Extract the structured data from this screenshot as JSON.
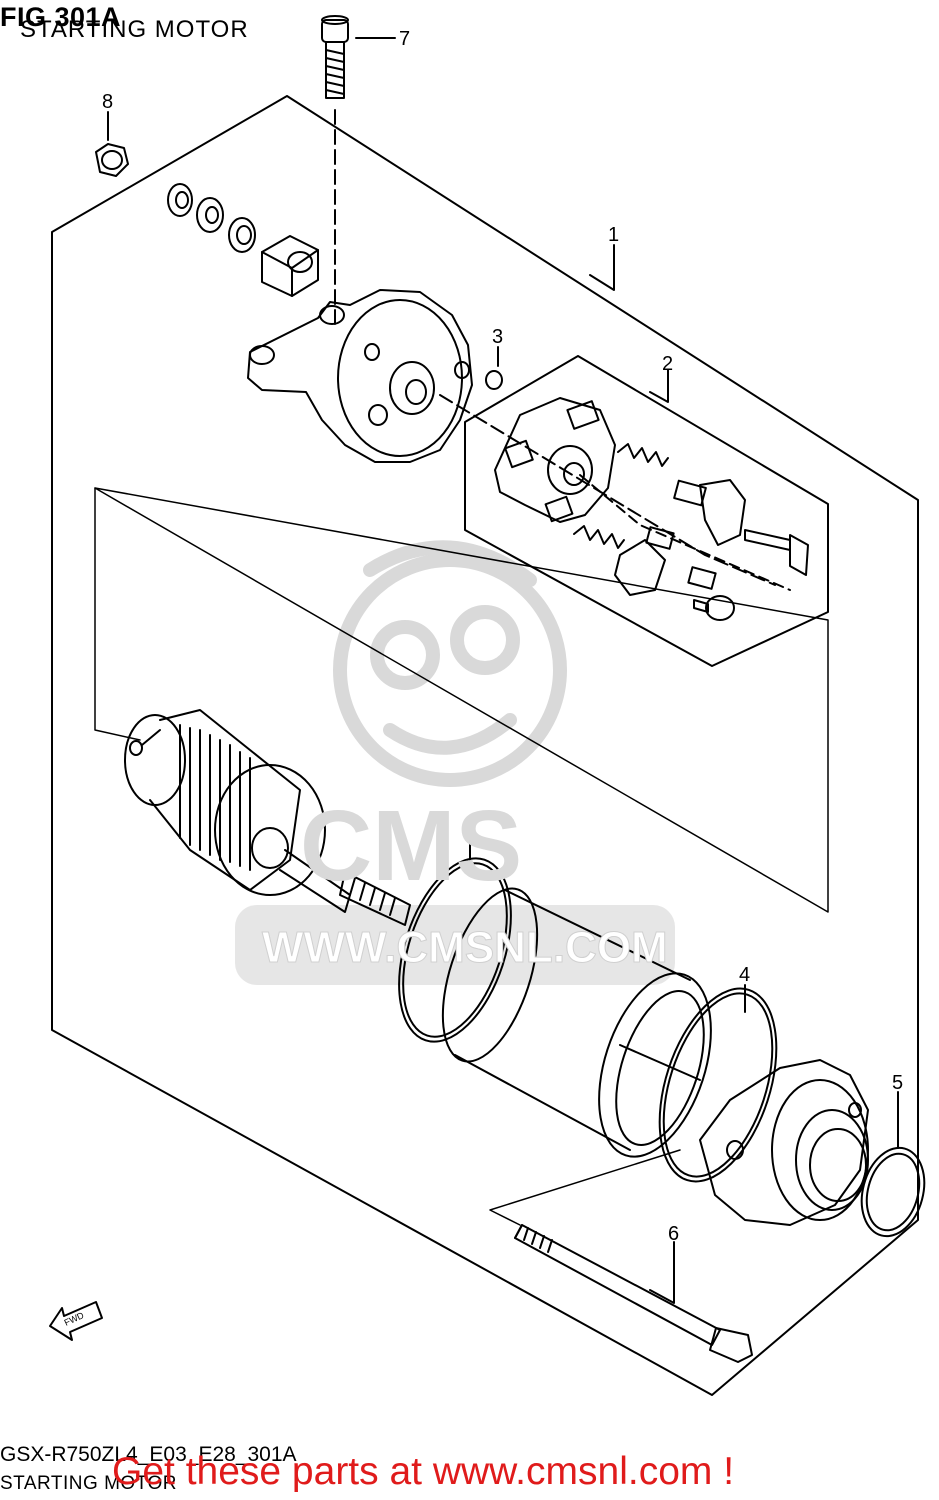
{
  "figure": {
    "title": "FIG 301A",
    "subtitle": "STARTING MOTOR"
  },
  "callouts": [
    "1",
    "2",
    "3",
    "4",
    "4",
    "5",
    "6",
    "7",
    "8"
  ],
  "arrow_label": "FWD",
  "watermark": {
    "logo_text": "CMS",
    "url_text": "WWW.CMSNL.COM"
  },
  "footer": {
    "model_code": "GSX-R750ZL4_E03_E28_301A",
    "subtitle": "STARTING MOTOR"
  },
  "promo": {
    "text": "Get these parts at www.cmsnl.com !",
    "color": "#e01b1b"
  }
}
